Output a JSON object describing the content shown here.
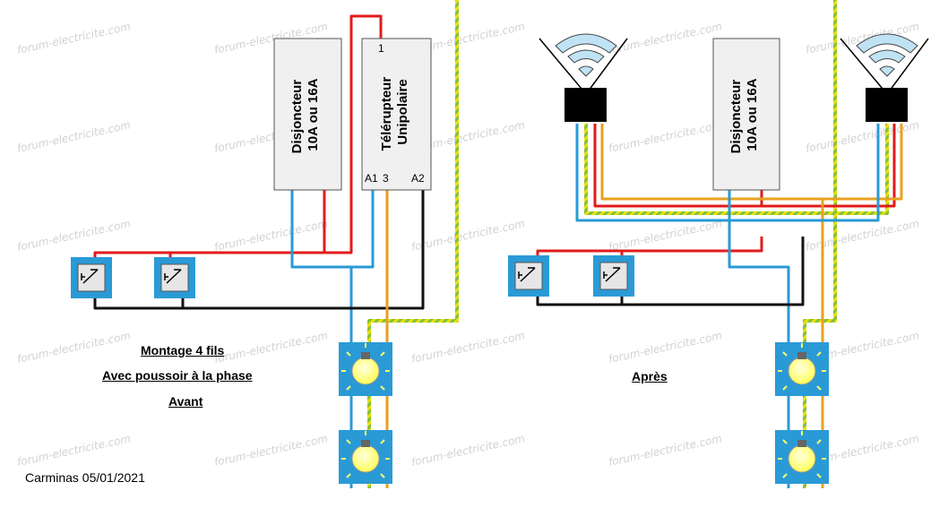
{
  "colors": {
    "phase": "#e21b1b",
    "neutral": "#2a9ad6",
    "return": "#111111",
    "switched": "#e8a020",
    "earth_yellow": "#f0e000",
    "earth_green": "#7cc243",
    "device_fill": "#f0f0f0",
    "lamp_box": "#2a9ad6",
    "bulb": "#ffff66"
  },
  "watermark": "forum-electricite.com",
  "left": {
    "breaker": {
      "line1": "Disjoncteur",
      "line2": "10A ou 16A"
    },
    "relay": {
      "line1": "Télérupteur",
      "line2": "Unipolaire",
      "terminal_top": "1",
      "terminal_a1": "A1",
      "terminal_3": "3",
      "terminal_a2": "A2"
    },
    "captions": {
      "title": "Montage 4 fils",
      "subtitle": "Avec poussoir à la phase",
      "state": "Avant"
    }
  },
  "right": {
    "breaker": {
      "line1": "Disjoncteur",
      "line2": "10A ou 16A"
    },
    "captions": {
      "state": "Après"
    }
  },
  "credit": "Carminas 05/01/2021",
  "icons": [
    "push-button-icon",
    "lamp-icon",
    "wifi-icon",
    "smart-relay-icon"
  ]
}
